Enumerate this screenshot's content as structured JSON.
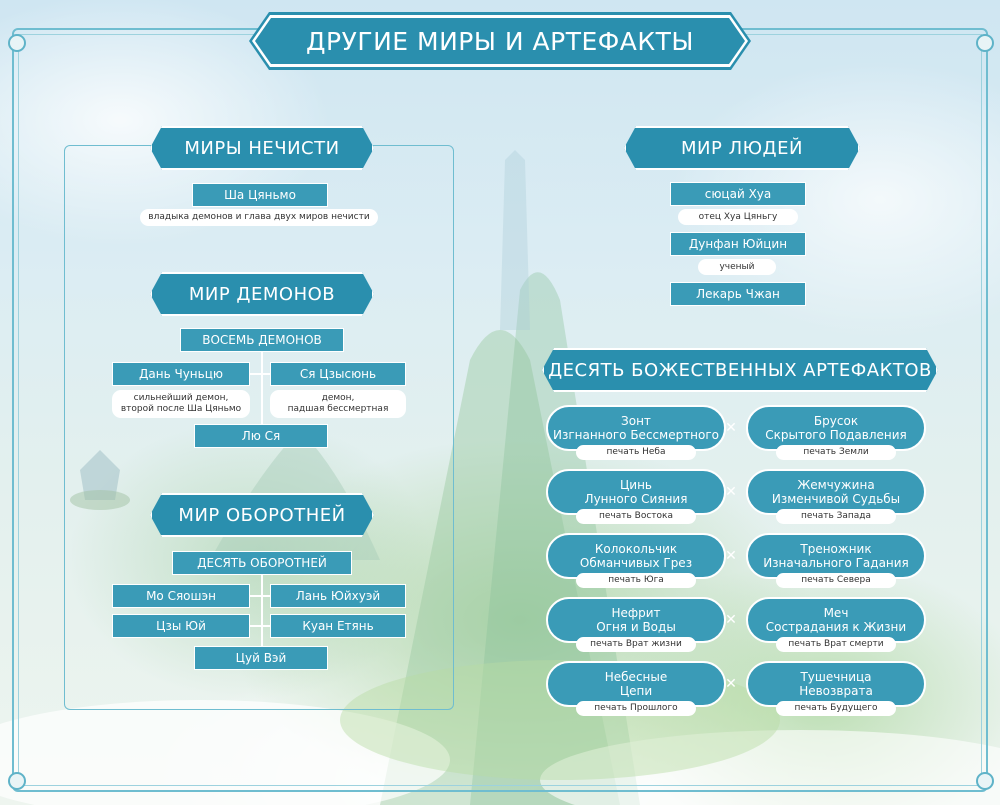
{
  "title": "ДРУГИЕ МИРЫ И АРТЕФАКТЫ",
  "left": {
    "nechisti": {
      "title": "МИРЫ НЕЧИСТИ",
      "name": "Ша Цяньмо",
      "desc": "владыка демонов и глава двух миров нечисти"
    },
    "demons": {
      "title": "МИР ДЕМОНОВ",
      "group": "ВОСЕМЬ ДЕМОНОВ",
      "a_name": "Дань Чуньцю",
      "a_desc1": "сильнейший демон,",
      "a_desc2": "второй после Ша Цяньмо",
      "b_name": "Ся Цзысюнь",
      "b_desc1": "демон,",
      "b_desc2": "падшая бессмертная",
      "c_name": "Лю Ся"
    },
    "werewolves": {
      "title": "МИР ОБОРОТНЕЙ",
      "group": "ДЕСЯТЬ ОБОРОТНЕЙ",
      "m1": "Мо Сяошэн",
      "m2": "Лань Юйхуэй",
      "m3": "Цзы Юй",
      "m4": "Куан Етянь",
      "m5": "Цуй Вэй"
    }
  },
  "people": {
    "title": "МИР ЛЮДЕЙ",
    "p1": "сюцай Хуа",
    "p1_desc": "отец Хуа Цяньгу",
    "p2": "Дунфан Юйцин",
    "p2_desc": "ученый",
    "p3": "Лекарь Чжан"
  },
  "artifacts": {
    "title": "ДЕСЯТЬ БОЖЕСТВЕННЫХ АРТЕФАКТОВ",
    "items": [
      {
        "l1": "Зонт",
        "l2": "Изгнанного Бессмертного",
        "seal": "печать Неба"
      },
      {
        "l1": "Брусок",
        "l2": "Скрытого Подавления",
        "seal": "печать Земли"
      },
      {
        "l1": "Цинь",
        "l2": "Лунного Сияния",
        "seal": "печать Востока"
      },
      {
        "l1": "Жемчужина",
        "l2": "Изменчивой Судьбы",
        "seal": "печать Запада"
      },
      {
        "l1": "Колокольчик",
        "l2": "Обманчивых Грез",
        "seal": "печать Юга"
      },
      {
        "l1": "Треножник",
        "l2": "Изначального Гадания",
        "seal": "печать Севера"
      },
      {
        "l1": "Нефрит",
        "l2": "Огня и Воды",
        "seal": "печать Врат жизни"
      },
      {
        "l1": "Меч",
        "l2": "Сострадания к Жизни",
        "seal": "печать Врат смерти"
      },
      {
        "l1": "Небесные",
        "l2": "Цепи",
        "seal": "печать Прошлого"
      },
      {
        "l1": "Тушечница",
        "l2": "Невозврата",
        "seal": "печать Будущего"
      }
    ]
  }
}
